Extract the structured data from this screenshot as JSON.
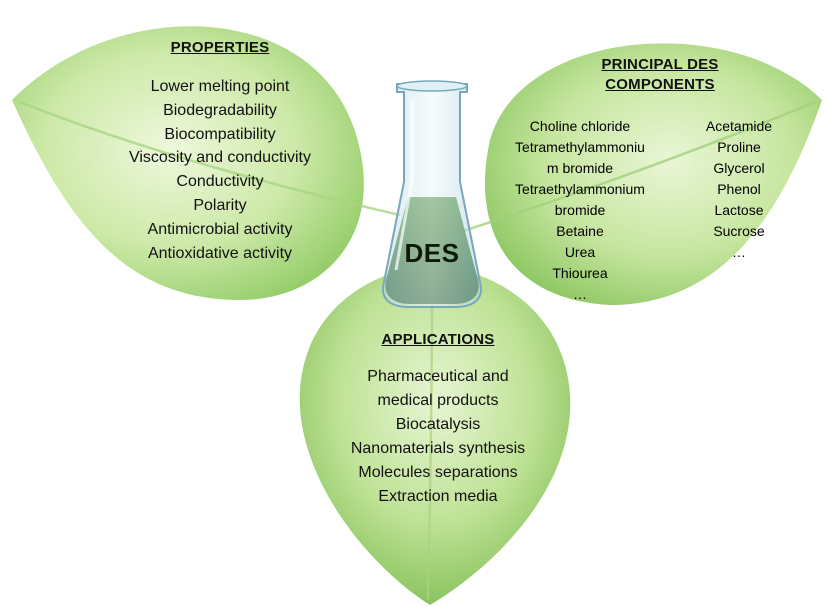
{
  "properties": {
    "heading": "PROPERTIES",
    "items": [
      "Lower melting point",
      "Biodegradability",
      "Biocompatibility",
      "Viscosity and conductivity",
      "Conductivity",
      "Polarity",
      "Antimicrobial activity",
      "Antioxidative activity"
    ]
  },
  "components": {
    "heading_line1": "PRINCIPAL DES",
    "heading_line2": "COMPONENTS",
    "column1": [
      "Choline chloride",
      "Tetramethylammoniu",
      "m bromide",
      "Tetraethylammonium",
      "bromide",
      "Betaine",
      "Urea",
      "Thiourea",
      "…"
    ],
    "column2": [
      "Acetamide",
      "Proline",
      "Glycerol",
      "Phenol",
      "Lactose",
      "Sucrose",
      "…"
    ]
  },
  "applications": {
    "heading": "APPLICATIONS",
    "items": [
      "Pharmaceutical and",
      "medical products",
      "Biocatalysis",
      "Nanomaterials synthesis",
      "Molecules separations",
      "Extraction media"
    ]
  },
  "flask": {
    "label": "DES"
  },
  "colors": {
    "leaf_light": "#e3f3c9",
    "leaf_mid": "#b8df8e",
    "leaf_dark": "#7cbd55",
    "liquid": "#2f6d1f",
    "glass": "#d9edf5"
  }
}
